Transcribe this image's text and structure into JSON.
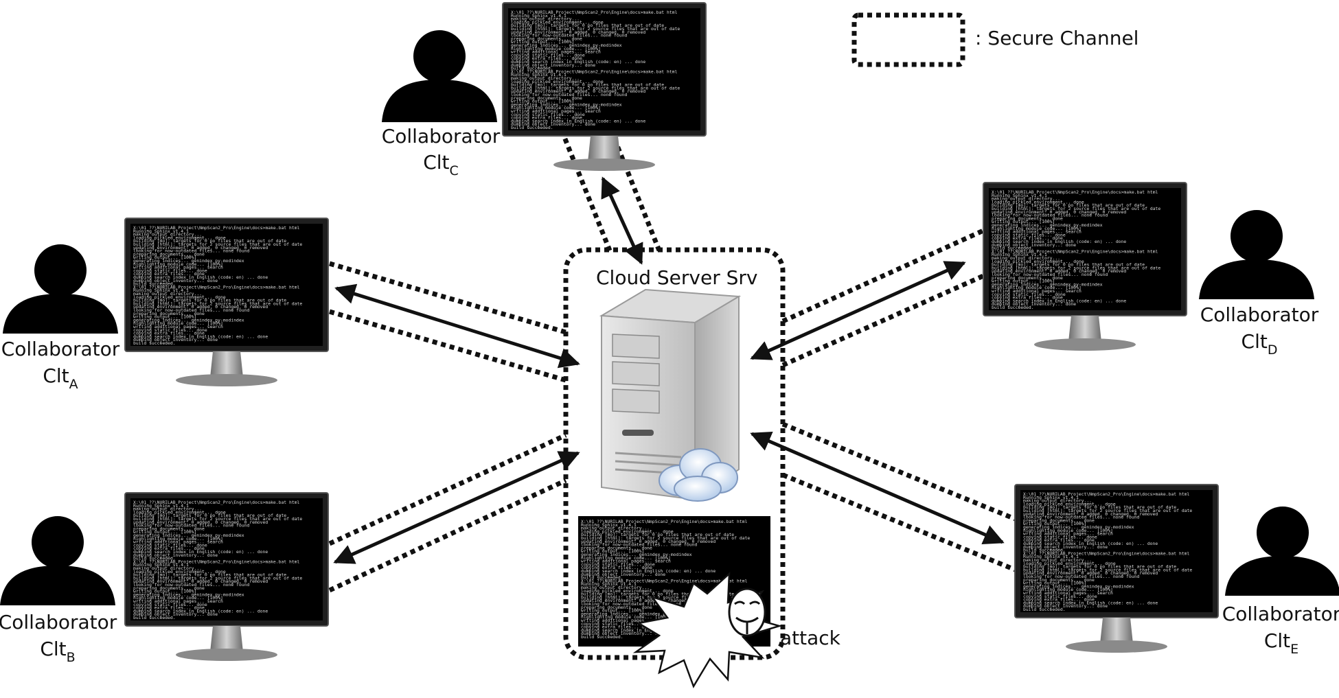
{
  "legend": {
    "label": ": Secure Channel"
  },
  "server": {
    "label": "Cloud Server Srv"
  },
  "attack": {
    "label": "attack"
  },
  "collaborators": [
    {
      "id": "A",
      "label": "Collaborator",
      "base": "Clt",
      "sub": "A"
    },
    {
      "id": "B",
      "label": "Collaborator",
      "base": "Clt",
      "sub": "B"
    },
    {
      "id": "C",
      "label": "Collaborator",
      "base": "Clt",
      "sub": "C"
    },
    {
      "id": "D",
      "label": "Collaborator",
      "base": "Clt",
      "sub": "D"
    },
    {
      "id": "E",
      "label": "Collaborator",
      "base": "Clt",
      "sub": "E"
    }
  ],
  "terminal_lines": [
    "X:\\01_??\\NURILAB_Project\\NmpScan2_Pro\\Engine\\docs>make.bat html",
    "Running Sphinx v1.4.1",
    "making output directory...",
    "loading pickled environment... done",
    "building [mo]: targets for 0 po files that are out of date",
    "building [html]: targets for 2 source files that are out of date",
    "updating environment: 0 added, 0 changed, 0 removed",
    "looking for now-outdated files... none found",
    "preparing documents... done",
    "writing output... [100%]",
    "generating indices... genindex py-modindex",
    "highlighting module code... [100%]",
    "writing additional pages... search",
    "copying static files... done",
    "copying extra files... done",
    "dumping search index in English (code: en) ... done",
    "dumping object inventory... done",
    "build succeeded."
  ]
}
